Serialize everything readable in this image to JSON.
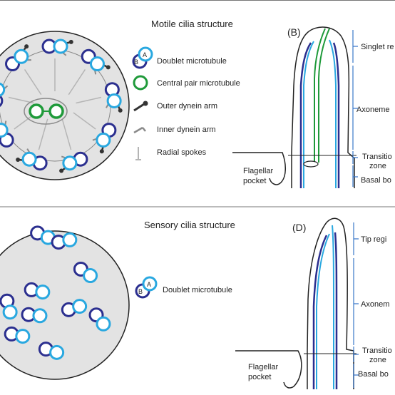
{
  "motile": {
    "title": "Motile cilia structure",
    "legend": {
      "doublet_letter_a": "A",
      "doublet_letter_b": "B",
      "doublet": "Doublet microtubule",
      "central_pair": "Central pair microtubule",
      "outer_arm": "Outer dynein arm",
      "inner_arm": "Inner dynein arm",
      "radial_spokes": "Radial spokes"
    },
    "panel_label": "(B)",
    "regions": {
      "singlet": "Singlet re",
      "axoneme": "Axoneme",
      "transition_1": "Transitio",
      "transition_2": "zone",
      "basal": "Basal bo"
    },
    "pocket_1": "Flagellar",
    "pocket_2": "pocket"
  },
  "sensory": {
    "title": "Sensory cilia structure",
    "legend": {
      "doublet_letter_a": "A",
      "doublet_letter_b": "B",
      "doublet": "Doublet microtubule"
    },
    "panel_label": "(D)",
    "regions": {
      "tip": "Tip regi",
      "axoneme": "Axonem",
      "transition_1": "Transitio",
      "transition_2": "zone",
      "basal": "Basal bo"
    },
    "pocket_1": "Flagellar",
    "pocket_2": "pocket"
  },
  "colors": {
    "doublet_a": "#29a8e0",
    "doublet_b": "#2b2f8f",
    "central_pair": "#1f9a3a",
    "outer_arm": "#333333",
    "inner_arm": "#8a8a8a",
    "spoke": "#b5b5b5",
    "bracket": "#3a78c9",
    "disc_fill": "#e3e3e3"
  }
}
